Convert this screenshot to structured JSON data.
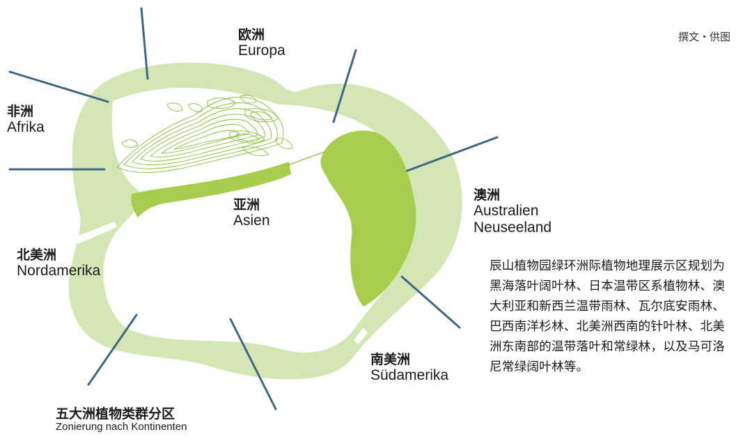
{
  "credit": "撰文・供图",
  "labels": {
    "europe": {
      "zh": "欧洲",
      "de": "Europa"
    },
    "africa": {
      "zh": "非洲",
      "de": "Afrika"
    },
    "asia": {
      "zh": "亚洲",
      "de": "Asien"
    },
    "australia": {
      "zh": "澳洲",
      "de1": "Australien",
      "de2": "Neuseeland"
    },
    "north_america": {
      "zh": "北美洲",
      "de": "Nordamerika"
    },
    "south_america": {
      "zh": "南美洲",
      "de": "Südamerika"
    }
  },
  "title": {
    "zh": "五大洲植物类群分区",
    "de": "Zonierung nach Kontinenten"
  },
  "description": "辰山植物园绿环洲际植物地理展示区规划为黑海落叶阔叶林、日本温带区系植物林、澳大利亚和新西兰温带雨林、瓦尔底安雨林、巴西南洋杉林、北美洲西南的针叶林、北美洲东南部的温带落叶和常绿林，以及马可洛尼常绿阔叶林等。",
  "colors": {
    "ring": "#d4e6b3",
    "highlight": "#a6cd4b",
    "contour": "#86bd33",
    "leader": "#3d6785"
  }
}
